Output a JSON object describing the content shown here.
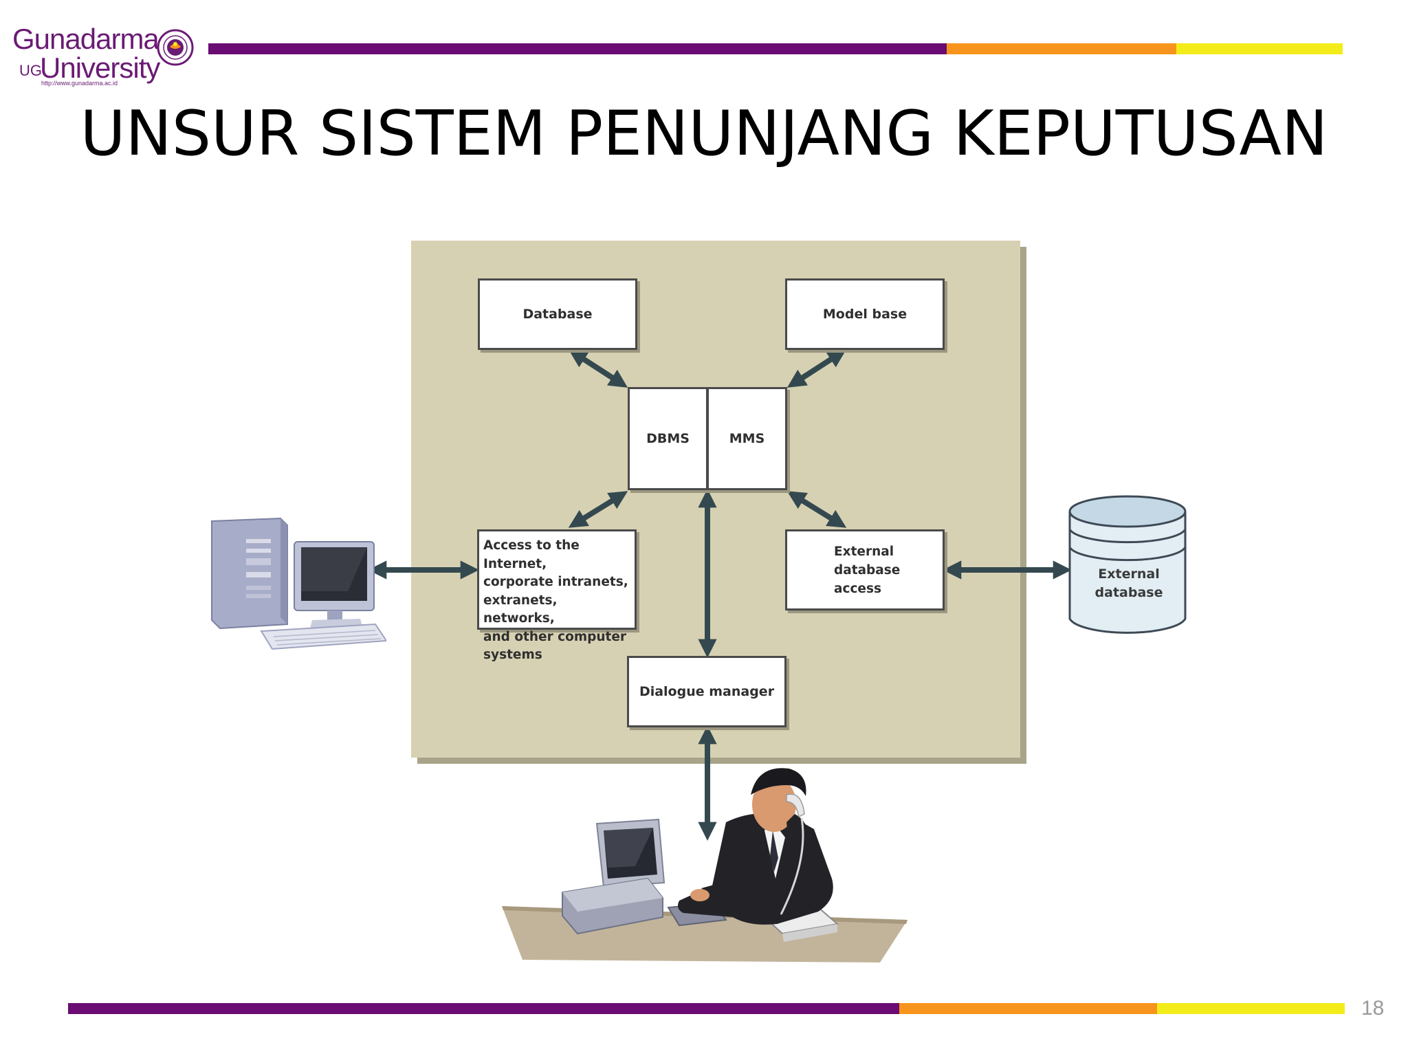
{
  "header": {
    "logo_line1": "Gunadarma",
    "logo_ug": "UG",
    "logo_line2": "University",
    "logo_url": "http://www.gunadarma.ac.id",
    "brand_colors": {
      "purple": "#6a0c73",
      "orange": "#f7941d",
      "yellow": "#f4ec1a"
    }
  },
  "slide": {
    "title": "UNSUR SISTEM PENUNJANG KEPUTUSAN",
    "page_number": "18"
  },
  "diagram": {
    "nodes": {
      "database": "Database",
      "model_base": "Model base",
      "dbms": "DBMS",
      "mms": "MMS",
      "access": [
        "Access to the Internet,",
        "corporate intranets,",
        "extranets, networks,",
        "and other computer",
        "systems"
      ],
      "external_access": [
        "External",
        "database",
        "access"
      ],
      "dialogue_manager": "Dialogue manager",
      "external_database": [
        "External",
        "database"
      ]
    },
    "colors": {
      "panel": "#d7d1b3",
      "arrow": "#34494f"
    },
    "icons": [
      "desktop-computer-icon",
      "cylinder-database-icon",
      "businessman-at-computer-icon"
    ]
  }
}
